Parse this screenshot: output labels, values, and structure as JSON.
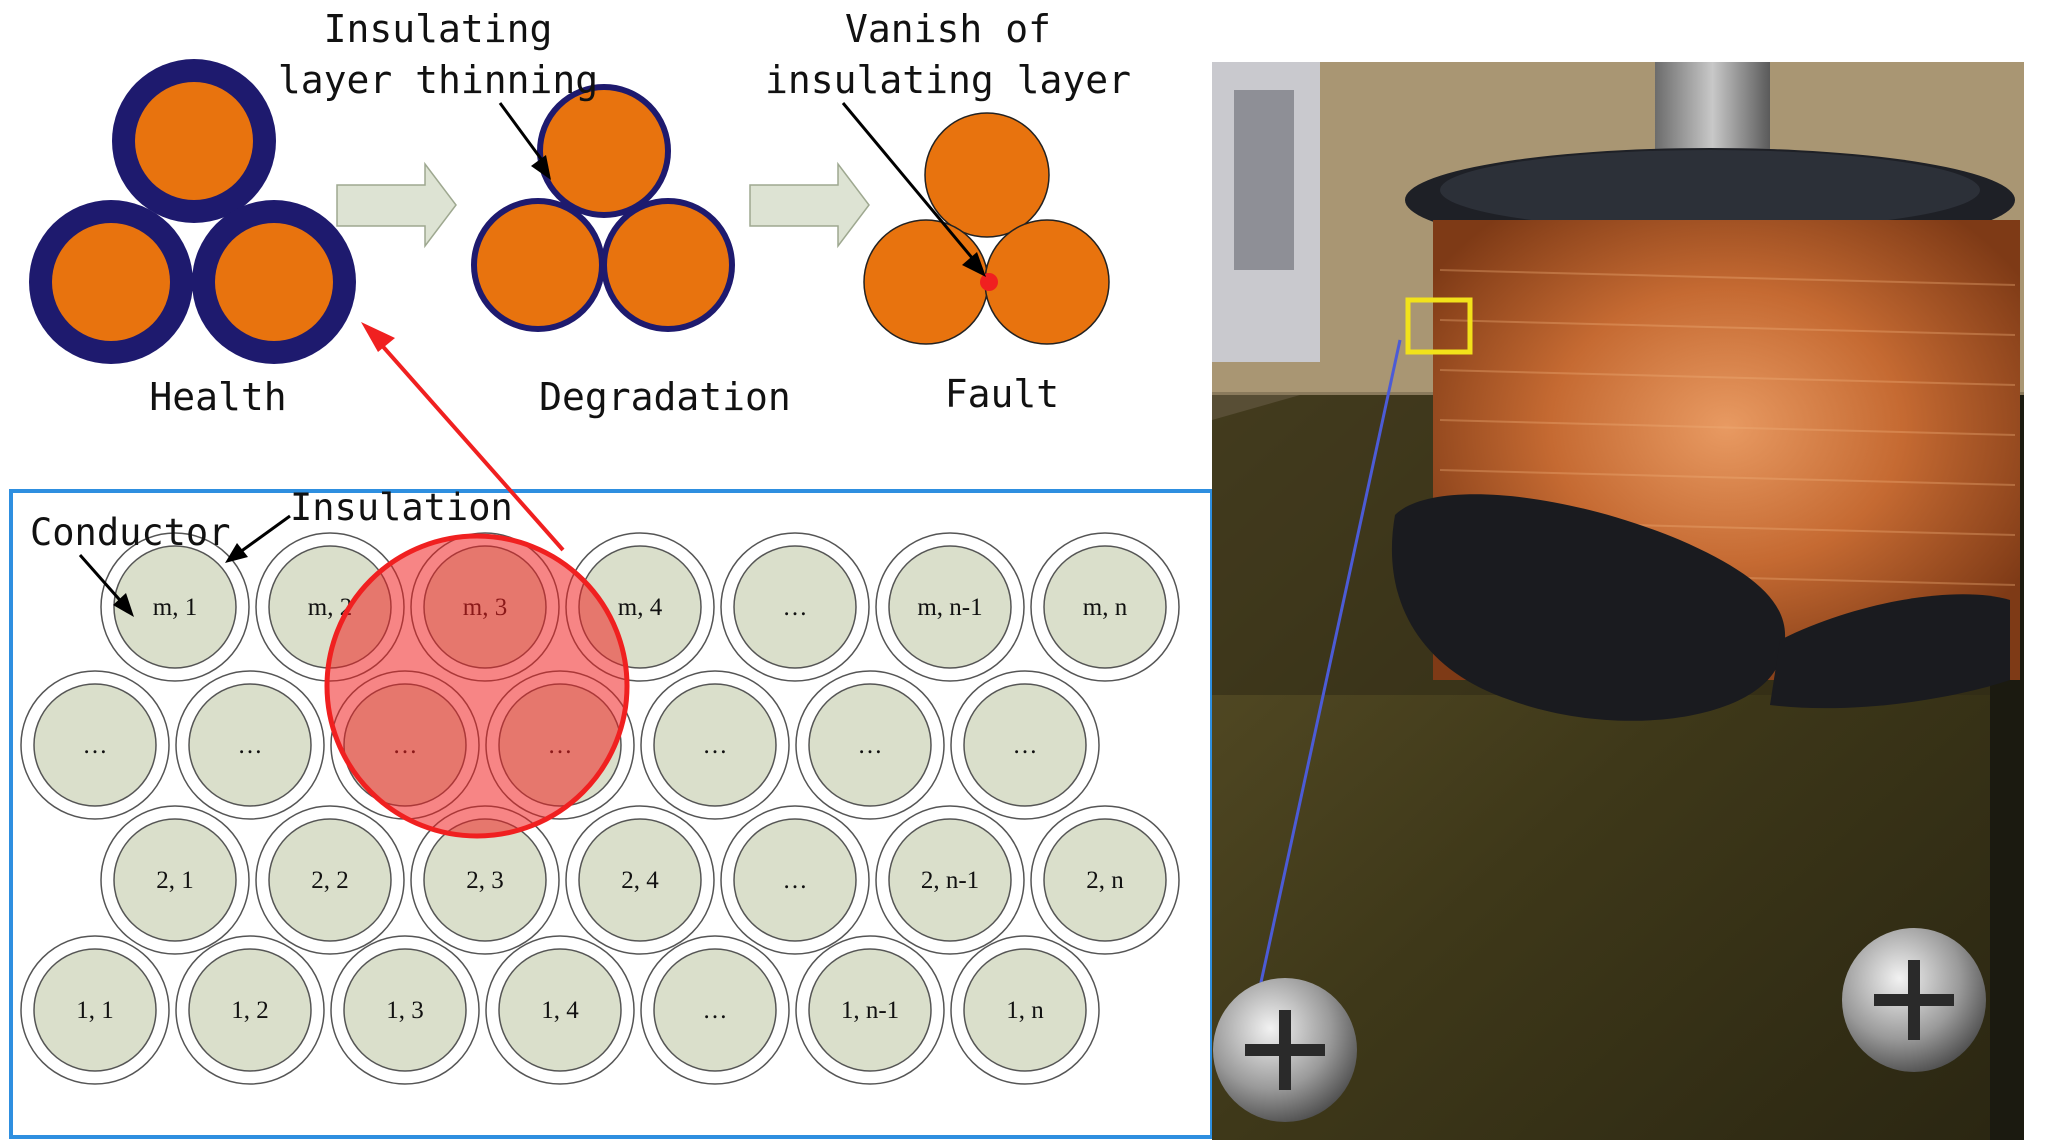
{
  "stages": {
    "health": "Health",
    "degradation": "Degradation",
    "fault": "Fault"
  },
  "annotations": {
    "thinning_line1": "Insulating",
    "thinning_line2": "layer thinning",
    "vanish_line1": "Vanish of",
    "vanish_line2": "insulating layer",
    "conductor": "Conductor",
    "insulation": "Insulation"
  },
  "grid_rows": [
    [
      "m, 1",
      "m, 2",
      "m, 3",
      "m, 4",
      "…",
      "m, n-1",
      "m, n"
    ],
    [
      "…",
      "…",
      "…",
      "…",
      "…",
      "…",
      "…"
    ],
    [
      "2, 1",
      "2, 2",
      "2, 3",
      "2, 4",
      "…",
      "2, n-1",
      "2, n"
    ],
    [
      "1, 1",
      "1, 2",
      "1, 3",
      "1, 4",
      "…",
      "1, n-1",
      "1, n"
    ]
  ],
  "colors": {
    "conductor": "#E8730E",
    "insulation_layer": "#1E1A6E",
    "wire_fill": "#DADFCB",
    "arrow_fill": "#DDE3D3",
    "highlight": "#F02020",
    "frame_blue": "#2E8FE0",
    "marker_yellow": "#F2E21A"
  }
}
